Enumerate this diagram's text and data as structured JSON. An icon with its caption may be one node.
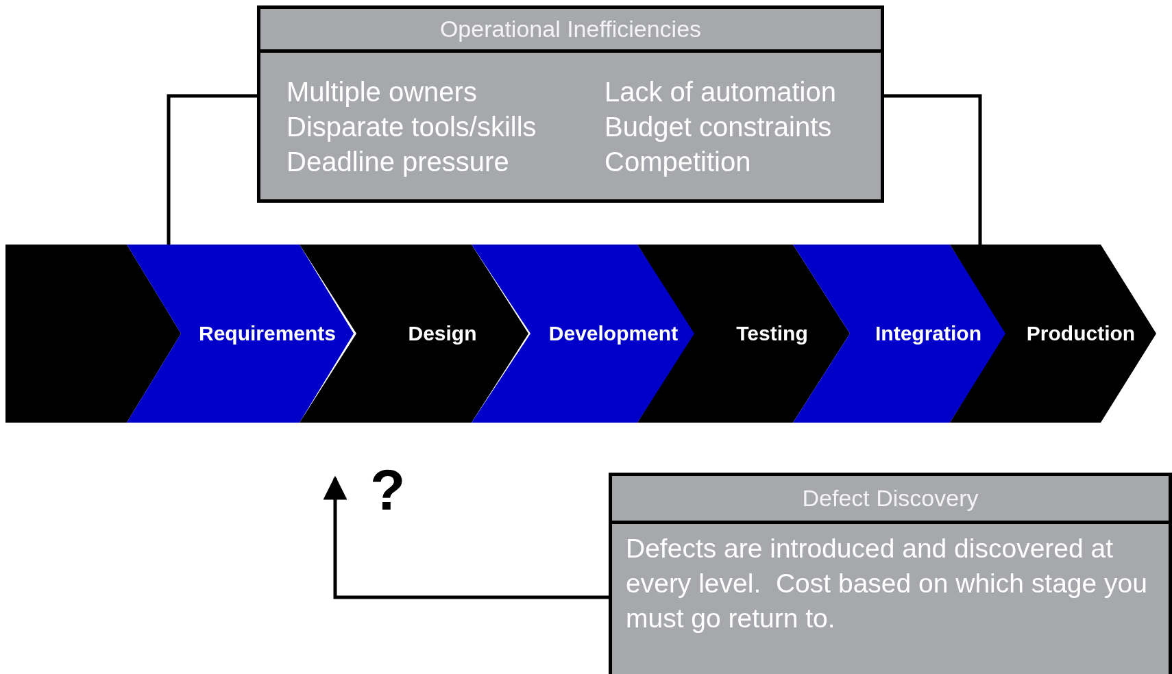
{
  "diagram": {
    "nodes": [
      {
        "text": [
          "Operational Inefficiencies",
          "Multiple owners",
          "Disparate tools/skills",
          "Deadline pressure",
          "Lack of automation",
          "Budget constraints",
          "Competition"
        ]
      },
      {
        "text": [],
        "shape": "chevron"
      },
      {
        "text": [
          "Requirements"
        ]
      },
      {
        "text": [
          "Design"
        ]
      },
      {
        "text": [
          "Development"
        ]
      },
      {
        "text": [
          "Testing"
        ]
      },
      {
        "text": [
          "Integration"
        ]
      },
      {
        "text": [
          "Production"
        ]
      },
      {
        "text": [
          "Defect Discovery",
          "Defects are introduced and discovered at every level.  Cost based on which stage you must go return to."
        ]
      }
    ],
    "edges": [
      {
        "from": 0,
        "to": 2,
        "arrow": "none"
      },
      {
        "from": 0,
        "to": 7,
        "arrow": "none"
      },
      {
        "from": 8,
        "to": null,
        "arrow": "to"
      }
    ],
    "labels": [
      "?"
    ]
  }
}
